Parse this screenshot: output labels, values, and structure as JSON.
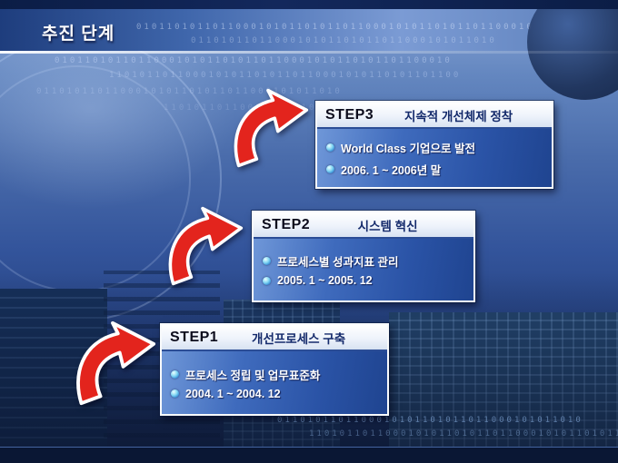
{
  "slide": {
    "title": "추진 단계"
  },
  "steps": [
    {
      "label": "STEP3",
      "title": "지속적 개선체제 정착",
      "bullets": [
        "World Class 기업으로 발전",
        "2006. 1 ~ 2006년 말"
      ]
    },
    {
      "label": "STEP2",
      "title": "시스템 혁신",
      "bullets": [
        "프로세스별 성과지표 관리",
        "2005. 1 ~ 2005. 12"
      ]
    },
    {
      "label": "STEP1",
      "title": "개선프로세스 구축",
      "bullets": [
        "프로세스 정립 및 업무표준화",
        "2004. 1 ~ 2004. 12"
      ]
    }
  ],
  "background": {
    "binary_a": "0101101011011000101011010110110001010110101101100010",
    "binary_b": "1101011011000101011010110110001010110101101100",
    "binary_c": "0110101101100010101101011011000101011010"
  },
  "colors": {
    "arrow_red": "#e3241d",
    "box_blue": "#2a53a6",
    "chrome_navy": "#0a1734",
    "title_white": "#ffffff",
    "step_title_navy": "#142a6b"
  }
}
